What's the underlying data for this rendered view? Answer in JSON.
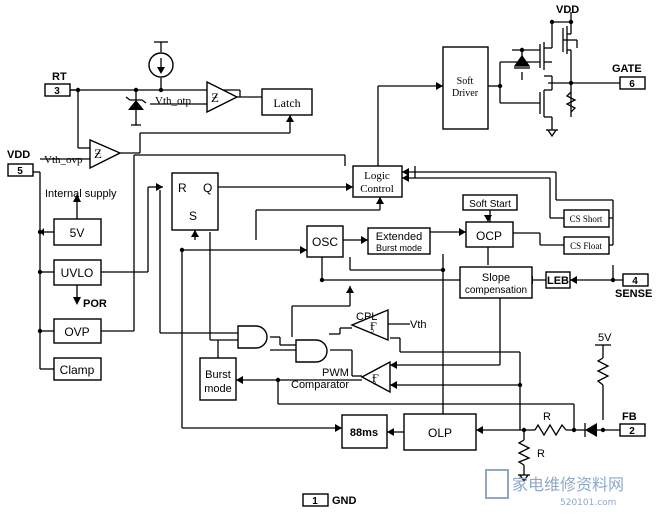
{
  "pins": {
    "vdd_top": "VDD",
    "rt_name": "RT",
    "rt_num": "3",
    "vdd_name": "VDD",
    "vdd_num": "5",
    "gate_name": "GATE",
    "gate_num": "6",
    "sense_num": "4",
    "sense_name": "SENSE",
    "fb_name": "FB",
    "fb_num": "2",
    "gnd_num": "1",
    "gnd_name": "GND"
  },
  "labels": {
    "vth_otp": "Vth_otp",
    "vth_ovp": "Vth_ovp",
    "internal_supply": "Internal supply",
    "por": "POR",
    "cpl": "CPL",
    "vth": "Vth",
    "pwm": "PWM",
    "comparator": "Comparator",
    "r1": "R",
    "r2": "R",
    "supply_5v": "5V",
    "hyst1": "Ƶ",
    "hyst2": "Ƶ",
    "cmp1": "Ӻ",
    "cmp2": "Ӻ",
    "ff_r": "R",
    "ff_q": "Q",
    "ff_s": "S"
  },
  "blocks": {
    "latch": "Latch",
    "soft_driver_1": "Soft",
    "soft_driver_2": "Driver",
    "logic_1": "Logic",
    "logic_2": "Control",
    "soft_start": "Soft Start",
    "ocp": "OCP",
    "cs_short": "CS Short",
    "cs_float": "CS Float",
    "osc": "OSC",
    "ext_1": "Extended",
    "ext_2": "Burst mode",
    "slope_1": "Slope",
    "slope_2": "compensation",
    "leb": "LEB",
    "reg_5v": "5V",
    "uvlo": "UVLO",
    "ovp": "OVP",
    "clamp": "Clamp",
    "burst_1": "Burst",
    "burst_2": "mode",
    "t88": "88ms",
    "olp": "OLP"
  },
  "watermark": {
    "site": "家电维修资料网",
    "url": "520101.com"
  }
}
